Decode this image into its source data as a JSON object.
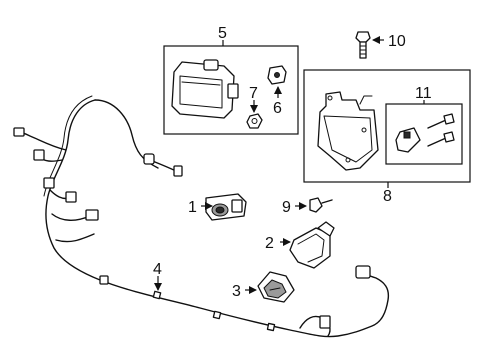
{
  "callouts": {
    "c1": "1",
    "c2": "2",
    "c3": "3",
    "c4": "4",
    "c5": "5",
    "c6": "6",
    "c7": "7",
    "c8": "8",
    "c9": "9",
    "c10": "10",
    "c11": "11"
  },
  "colors": {
    "line": "#111111",
    "background": "#ffffff",
    "shade": "#9a9a9a"
  }
}
